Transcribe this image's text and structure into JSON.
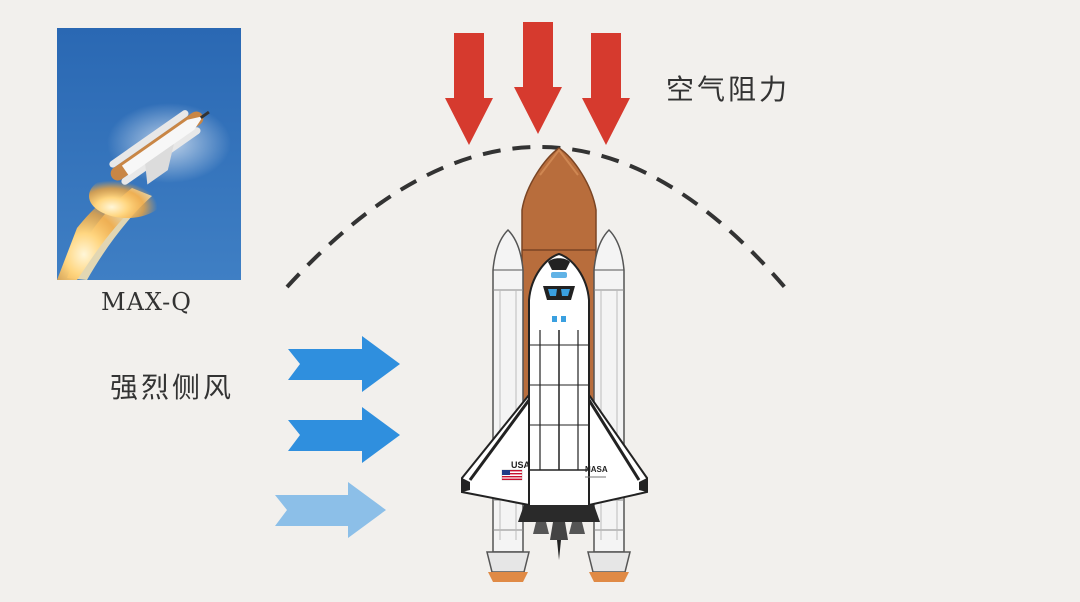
{
  "labels": {
    "photo_caption": "MAX-Q",
    "air_resistance": "空气阻力",
    "crosswind": "强烈侧风"
  },
  "orbiter_markings": {
    "left_wing": "USA",
    "right_wing": "NASA"
  },
  "icons": {
    "drag_arrows": "arrow-down-icon",
    "wind_arrows": "arrow-right-icon",
    "flag": "us-flag-icon"
  },
  "colors": {
    "background": "#f2f0ed",
    "drag_arrow": "#d63a2e",
    "wind_arrow": "#2f8fde",
    "wind_arrow_light": "#8cbfe8",
    "external_tank": "#b86d3c",
    "booster": "#f4f4f4",
    "orbiter": "#ffffff",
    "dashed_arc": "#333333",
    "text": "#333333"
  }
}
